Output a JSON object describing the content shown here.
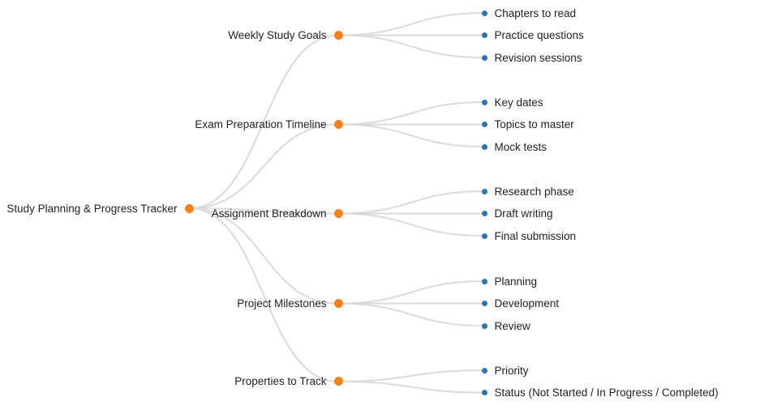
{
  "mindmap": {
    "root": {
      "label": "Study Planning & Progress Tracker"
    },
    "branches": [
      {
        "label": "Weekly Study Goals",
        "children": [
          "Chapters to read",
          "Practice questions",
          "Revision sessions"
        ]
      },
      {
        "label": "Exam Preparation Timeline",
        "children": [
          "Key dates",
          "Topics to master",
          "Mock tests"
        ]
      },
      {
        "label": "Assignment Breakdown",
        "children": [
          "Research phase",
          "Draft writing",
          "Final submission"
        ]
      },
      {
        "label": "Project Milestones",
        "children": [
          "Planning",
          "Development",
          "Review"
        ]
      },
      {
        "label": "Properties to Track",
        "children": [
          "Priority",
          "Status (Not Started / In Progress / Completed)"
        ]
      }
    ],
    "colors": {
      "branch_dot": "#f5821f",
      "leaf_dot": "#2d74b5",
      "link": "#dadada",
      "text": "#1f1f1f",
      "background": "#ffffff"
    }
  }
}
